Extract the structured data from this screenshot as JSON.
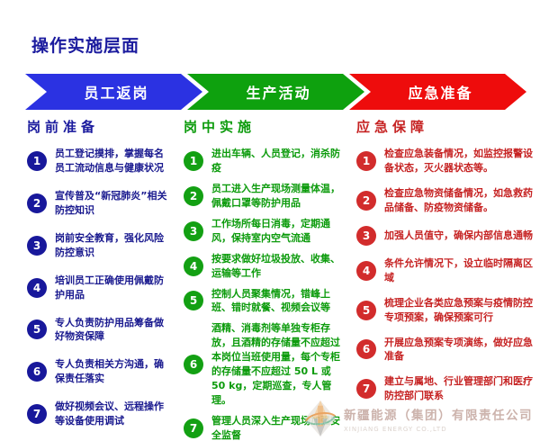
{
  "title": "操作实施层面",
  "colors": {
    "title": "#1B1B9E",
    "arrow_blue": "#2B32E2",
    "arrow_green": "#0EA10E",
    "arrow_red": "#EE0C0C",
    "col1_text": "#1A1A8F",
    "col2_text": "#0C9B0C",
    "col3_text": "#C62323",
    "watermark": "#C7ABA4"
  },
  "columns": [
    {
      "arrow_label": "员工返岗",
      "header": "岗前准备",
      "items": [
        {
          "num": "1",
          "text": "员工登记摸排，掌握每名员工流动信息与健康状况"
        },
        {
          "num": "2",
          "text": "宣传普及“新冠肺炎”相关防控知识"
        },
        {
          "num": "3",
          "text": "岗前安全教育，强化风险防控意识"
        },
        {
          "num": "4",
          "text": "培训员工正确使用佩戴防护用品"
        },
        {
          "num": "5",
          "text": "专人负责防护用品筹备做好物资保障"
        },
        {
          "num": "6",
          "text": "专人负责相关方沟通，确保责任落实"
        },
        {
          "num": "7",
          "text": "做好视频会议、远程操作等设备使用调试"
        }
      ]
    },
    {
      "arrow_label": "生产活动",
      "header": "岗中实施",
      "items": [
        {
          "num": "1",
          "text": "进出车辆、人员登记，消杀防疫"
        },
        {
          "num": "2",
          "text": "员工进入生产现场测量体温，佩戴口罩等防护用品"
        },
        {
          "num": "3",
          "text": "工作场所每日消毒，定期通风，保持室内空气流通"
        },
        {
          "num": "4",
          "text": "按要求做好垃圾投放、收集、运输等工作"
        },
        {
          "num": "5",
          "text": "控制人员聚集情况，错峰上班、错时就餐、视频会议等"
        },
        {
          "num": "6",
          "text": "酒精、消毒剂等单独专柜存放，且酒精的存储量不应超过本岗位当班使用量，每个专柜的存储量不应超过 50 L 或 50 kg，定期巡查，专人管理。"
        },
        {
          "num": "7",
          "text": "管理人员深入生产现场加强安全监督"
        }
      ]
    },
    {
      "arrow_label": "应急准备",
      "header": "应急保障",
      "items": [
        {
          "num": "1",
          "text": "检查应急装备情况，如监控报警设备状态，灭火器状态等。"
        },
        {
          "num": "2",
          "text": "检查应急物资储备情况，如急救药品储备、防疫物资储备。"
        },
        {
          "num": "3",
          "text": "加强人员值守，确保内部信息通畅"
        },
        {
          "num": "4",
          "text": "条件允许情况下，设立临时隔离区域"
        },
        {
          "num": "5",
          "text": "梳理企业各类应急预案与疫情防控专项预案，确保预案可行"
        },
        {
          "num": "6",
          "text": "开展应急预案专项演练，做好应急准备"
        },
        {
          "num": "7",
          "text": "建立与属地、行业管理部门和医疗防控部门联系"
        }
      ]
    }
  ],
  "footer": {
    "company": "新疆能源（集团）有限责任公司",
    "company_en": "XINJIANG ENERGY CO.,LTD",
    "logo": "diamond-logo"
  }
}
